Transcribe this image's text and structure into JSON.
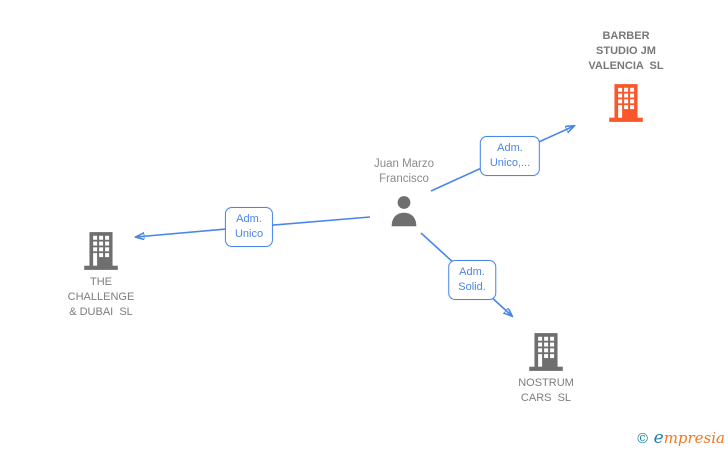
{
  "nodes": {
    "person": {
      "name": "Juan Marzo\nFrancisco"
    },
    "companies": [
      {
        "name": "BARBER\nSTUDIO JM\nVALENCIA  SL",
        "icon_color": "#fa582a",
        "highlighted": true
      },
      {
        "name": "THE\nCHALLENGE\n& DUBAI  SL",
        "icon_color": "#6f6f6f",
        "highlighted": false
      },
      {
        "name": "NOSTRUM\nCARS  SL",
        "icon_color": "#6f6f6f",
        "highlighted": false
      }
    ]
  },
  "edges": [
    {
      "from": "Juan Marzo Francisco",
      "to": "BARBER STUDIO JM VALENCIA SL",
      "label": "Adm.\nUnico,..."
    },
    {
      "from": "Juan Marzo Francisco",
      "to": "THE CHALLENGE & DUBAI SL",
      "label": "Adm.\nUnico"
    },
    {
      "from": "Juan Marzo Francisco",
      "to": "NOSTRUM CARS SL",
      "label": "Adm.\nSolid."
    }
  ],
  "colors": {
    "edge_blue": "#4a86e8",
    "company_text": "#7d7d7d",
    "building_gray": "#6f6f6f",
    "building_orange": "#fa582a",
    "watermark_teal": "#1a7f97",
    "watermark_orange": "#ef7822"
  },
  "watermark": {
    "copyright": "©",
    "brand_initial": "e",
    "brand_rest": "mpresia"
  }
}
